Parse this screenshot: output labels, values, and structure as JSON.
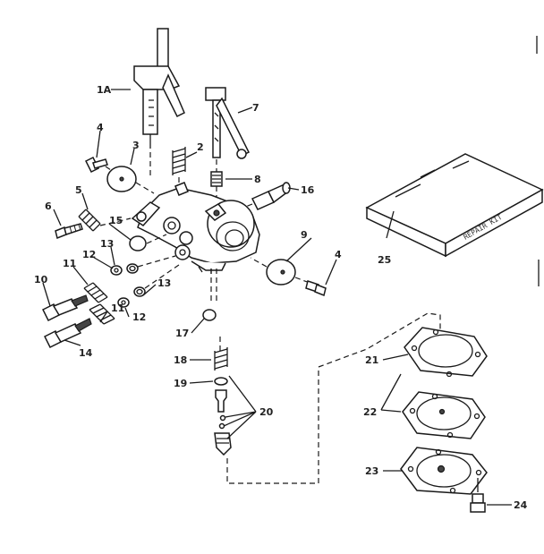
{
  "diagram": {
    "repair_kit_text": "REPAIR KIT",
    "callouts": {
      "p1a": "1A",
      "p2": "2",
      "p3": "3",
      "p4a": "4",
      "p4b": "4",
      "p5": "5",
      "p6": "6",
      "p7": "7",
      "p8": "8",
      "p9": "9",
      "p10": "10",
      "p11a": "11",
      "p11b": "11",
      "p12a": "12",
      "p12b": "12",
      "p13a": "13",
      "p13b": "13",
      "p14": "14",
      "p15": "15",
      "p16": "16",
      "p17": "17",
      "p18": "18",
      "p19": "19",
      "p20": "20",
      "p21": "21",
      "p22": "22",
      "p23": "23",
      "p24": "24",
      "p25": "25"
    }
  }
}
